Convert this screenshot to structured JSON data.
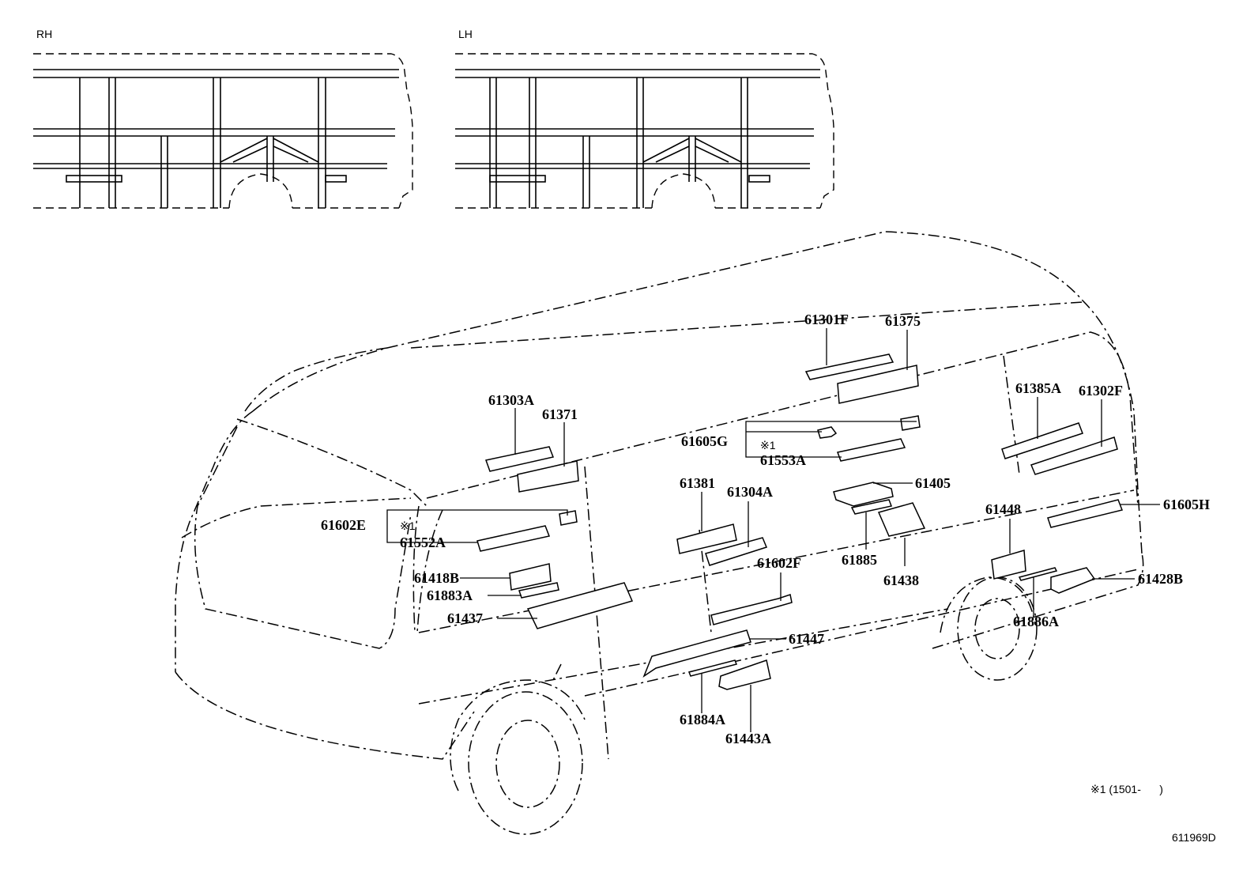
{
  "views": {
    "rh": "RH",
    "lh": "LH"
  },
  "note_mark": "※1",
  "footnote": "※1 (1501-      )",
  "figure_id": "611969D",
  "labels": {
    "p61301F": "61301F",
    "p61375": "61375",
    "p61385A": "61385A",
    "p61302F": "61302F",
    "p61303A": "61303A",
    "p61371": "61371",
    "p61605G": "61605G",
    "p61553A": "61553A",
    "p61405": "61405",
    "p61605H": "61605H",
    "p61602E": "61602E",
    "p61552A": "61552A",
    "p61381": "61381",
    "p61304A": "61304A",
    "p61448": "61448",
    "p61885": "61885",
    "p61438": "61438",
    "p61418B": "61418B",
    "p61883A": "61883A",
    "p61437": "61437",
    "p61602F": "61602F",
    "p61428B": "61428B",
    "p61886A": "61886A",
    "p61447": "61447",
    "p61884A": "61884A",
    "p61443A": "61443A"
  }
}
